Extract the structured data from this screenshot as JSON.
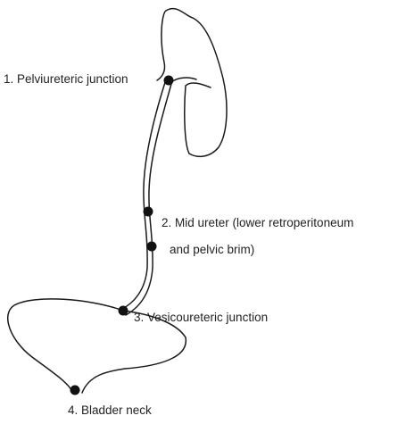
{
  "diagram": {
    "colors": {
      "line": "#1a1a1a",
      "point": "#111111",
      "text": "#222222"
    },
    "labels": {
      "pelviureteric": "1. Pelviureteric junction",
      "mid_ureter_line1": "2. Mid ureter (lower retroperitoneum",
      "mid_ureter_line2": "and pelvic brim)",
      "vesicoureteric": "3. Vesicoureteric junction",
      "bladder_neck": "4. Bladder neck"
    }
  }
}
